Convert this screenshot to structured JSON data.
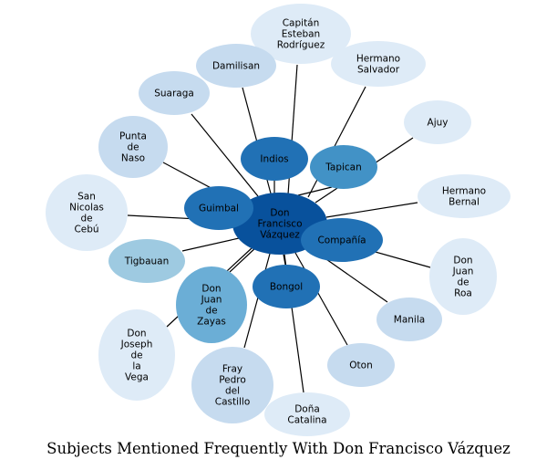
{
  "caption": "Subjects Mentioned Frequently With Don Francisco Vázquez",
  "center": {
    "id": "center",
    "lines": [
      "Don",
      "Francisco",
      "Vázquez"
    ],
    "color": "#08519c"
  },
  "nodes": [
    {
      "id": "capitan",
      "lines": [
        "Capitán",
        "Esteban",
        "Rodríguez"
      ],
      "color": "#deebf7"
    },
    {
      "id": "hermano-salvador",
      "lines": [
        "Hermano",
        "Salvador"
      ],
      "color": "#deebf7"
    },
    {
      "id": "damilisan",
      "lines": [
        "Damilisan"
      ],
      "color": "#c6dbef"
    },
    {
      "id": "suaraga",
      "lines": [
        "Suaraga"
      ],
      "color": "#c6dbef"
    },
    {
      "id": "ajuy",
      "lines": [
        "Ajuy"
      ],
      "color": "#deebf7"
    },
    {
      "id": "punta-de-naso",
      "lines": [
        "Punta",
        "de",
        "Naso"
      ],
      "color": "#c6dbef"
    },
    {
      "id": "indios",
      "lines": [
        "Indios"
      ],
      "color": "#2171b5"
    },
    {
      "id": "tapican",
      "lines": [
        "Tapican"
      ],
      "color": "#4292c6"
    },
    {
      "id": "hermano-bernal",
      "lines": [
        "Hermano",
        "Bernal"
      ],
      "color": "#deebf7"
    },
    {
      "id": "san-nicolas",
      "lines": [
        "San",
        "Nicolas",
        "de",
        "Cebú"
      ],
      "color": "#deebf7"
    },
    {
      "id": "guimbal",
      "lines": [
        "Guimbal"
      ],
      "color": "#2171b5"
    },
    {
      "id": "compania",
      "lines": [
        "Compañía"
      ],
      "color": "#2171b5"
    },
    {
      "id": "tigbauan",
      "lines": [
        "Tigbauan"
      ],
      "color": "#9ecae1"
    },
    {
      "id": "don-juan-de-roa",
      "lines": [
        "Don",
        "Juan",
        "de",
        "Roa"
      ],
      "color": "#deebf7"
    },
    {
      "id": "don-juan-de-zayas",
      "lines": [
        "Don",
        "Juan",
        "de",
        "Zayas"
      ],
      "color": "#6baed6"
    },
    {
      "id": "bongol",
      "lines": [
        "Bongol"
      ],
      "color": "#2171b5"
    },
    {
      "id": "manila",
      "lines": [
        "Manila"
      ],
      "color": "#c6dbef"
    },
    {
      "id": "don-joseph",
      "lines": [
        "Don",
        "Joseph",
        "de",
        "la",
        "Vega"
      ],
      "color": "#deebf7"
    },
    {
      "id": "oton",
      "lines": [
        "Oton"
      ],
      "color": "#c6dbef"
    },
    {
      "id": "fray-pedro",
      "lines": [
        "Fray",
        "Pedro",
        "del",
        "Castillo"
      ],
      "color": "#c6dbef"
    },
    {
      "id": "dona-catalina",
      "lines": [
        "Doña",
        "Catalina"
      ],
      "color": "#deebf7"
    }
  ]
}
